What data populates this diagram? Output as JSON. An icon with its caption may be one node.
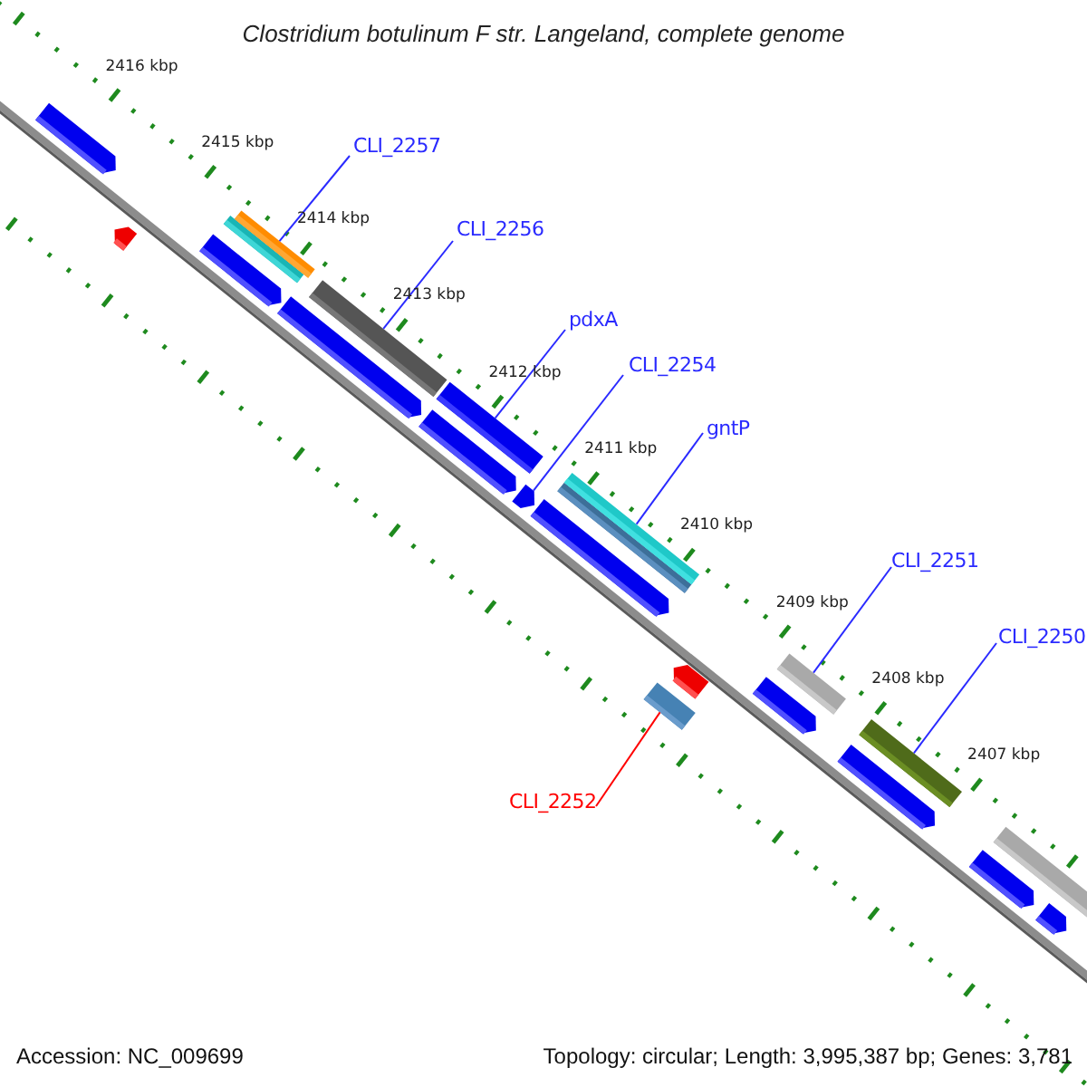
{
  "diagram": {
    "title": "Clostridium botulinum F str. Langeland, complete genome",
    "nodes": [
      {
        "text": [
          "CLI_2257"
        ]
      },
      {
        "text": [],
        "shape": "bar"
      },
      {
        "text": [
          "CLI_2256"
        ]
      },
      {
        "text": [],
        "shape": "bar"
      },
      {
        "text": [
          "pdxA"
        ]
      },
      {
        "text": [],
        "shape": "bar"
      },
      {
        "text": [
          "CLI_2254"
        ]
      },
      {
        "text": [],
        "shape": "pentagon"
      },
      {
        "text": [
          "gntP"
        ]
      },
      {
        "text": [],
        "shape": "bar"
      },
      {
        "text": [
          "CLI_2251"
        ]
      },
      {
        "text": [],
        "shape": "bar"
      },
      {
        "text": [
          "CLI_2250"
        ]
      },
      {
        "text": [],
        "shape": "bar"
      },
      {
        "text": [
          "CLI_2252"
        ]
      },
      {
        "text": [],
        "shape": "bar"
      }
    ],
    "edges": [
      {
        "from": 0,
        "to": 1,
        "arrow": "none"
      },
      {
        "from": 2,
        "to": 3,
        "arrow": "none"
      },
      {
        "from": 4,
        "to": 5,
        "arrow": "none"
      },
      {
        "from": 6,
        "to": 7,
        "arrow": "none"
      },
      {
        "from": 8,
        "to": 9,
        "arrow": "none"
      },
      {
        "from": 10,
        "to": 11,
        "arrow": "none"
      },
      {
        "from": 12,
        "to": 13,
        "arrow": "none"
      },
      {
        "from": 14,
        "to": 15,
        "arrow": "none",
        "color": "#ff0000"
      }
    ],
    "labels": [
      "2416 kbp",
      "2415 kbp",
      "2414 kbp",
      "2413 kbp",
      "2412 kbp",
      "2411 kbp",
      "2410 kbp",
      "2409 kbp",
      "2408 kbp",
      "2407 kbp",
      "Accession: NC_009699",
      "Topology: circular; Length: 3,995,387 bp; Genes: 3,781"
    ]
  }
}
